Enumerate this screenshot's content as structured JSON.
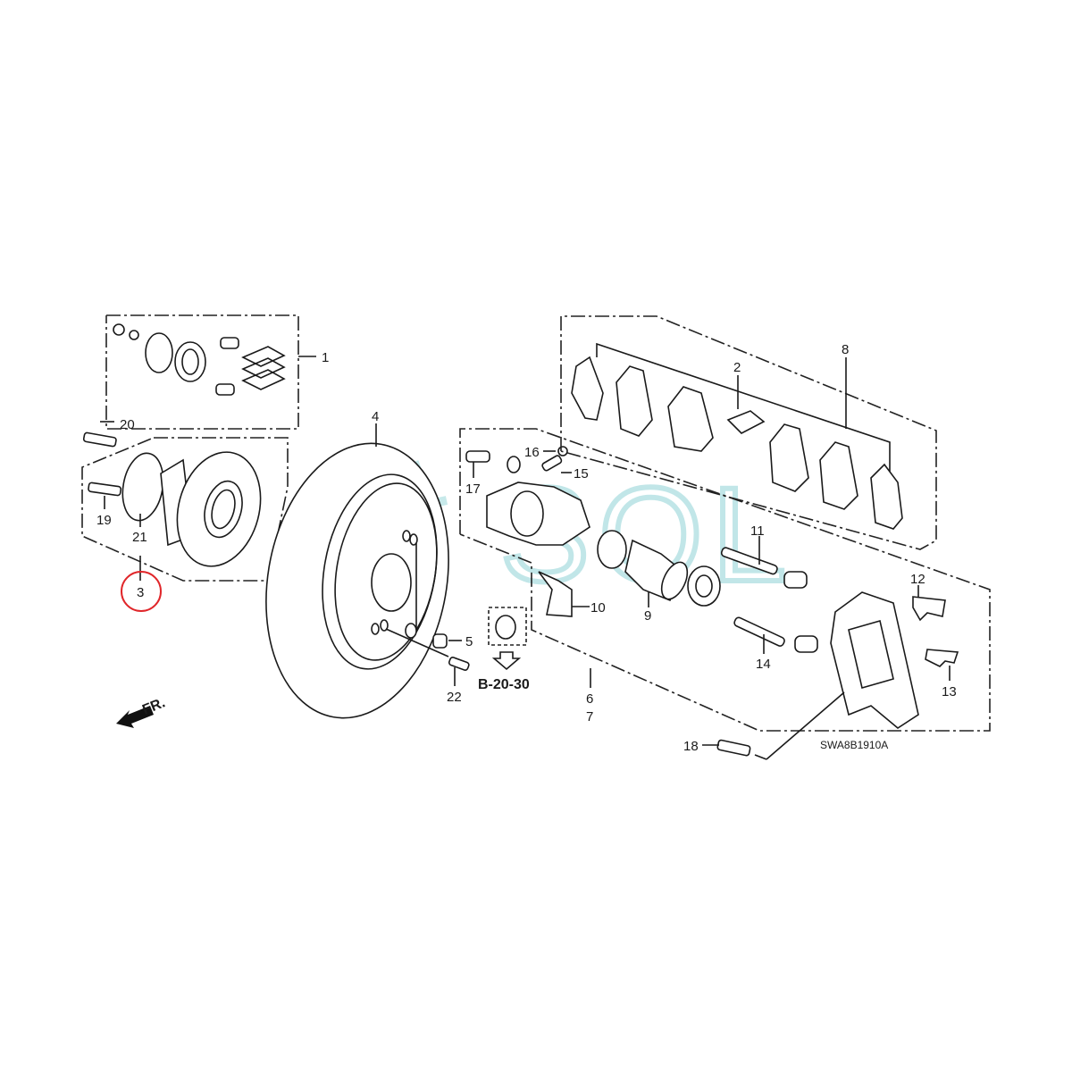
{
  "diagram": {
    "title_code": "SWA8B1910A",
    "reference_label": "B-20-30",
    "front_marker": "FR.",
    "watermark": "SOL",
    "highlighted_callout": "3",
    "highlight_color": "#e0262a",
    "watermark_color": "#8fd3d6",
    "callouts": {
      "c1": "1",
      "c2": "2",
      "c3": "3",
      "c4": "4",
      "c5": "5",
      "c6": "6",
      "c7": "7",
      "c8": "8",
      "c9": "9",
      "c10": "10",
      "c11": "11",
      "c12": "12",
      "c13": "13",
      "c14": "14",
      "c15": "15",
      "c16": "16",
      "c17": "17",
      "c18": "18",
      "c19": "19",
      "c20": "20",
      "c21": "21",
      "c22": "22"
    }
  }
}
